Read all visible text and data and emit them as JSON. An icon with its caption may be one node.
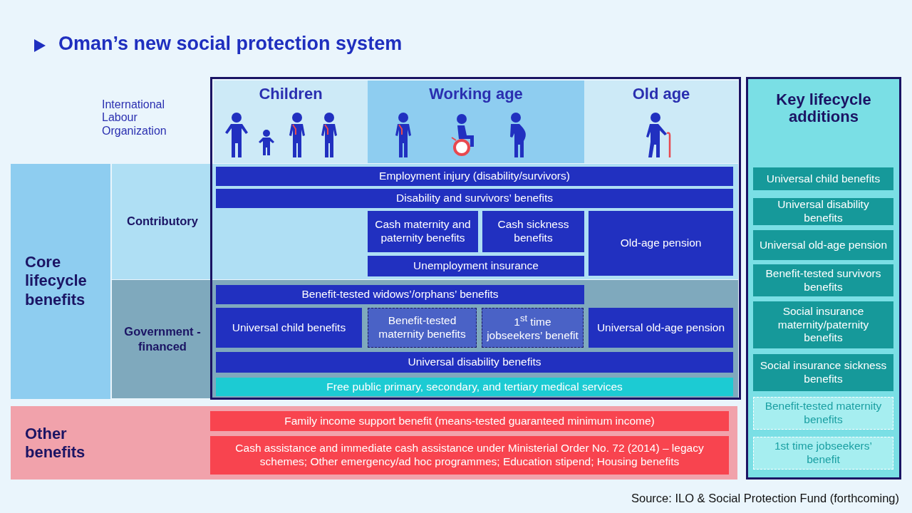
{
  "diagram": {
    "title": "Oman’s new social protection system",
    "caption": "Source: ILO & Social Protection Fund (forthcoming)",
    "labels": [
      "International Labour Organization"
    ],
    "nodes": [
      {
        "text": [
          "Children"
        ]
      },
      {
        "text": [
          "Working age"
        ]
      },
      {
        "text": [
          "Old age"
        ]
      },
      {
        "text": [
          "Core lifecycle benefits"
        ]
      },
      {
        "text": [
          "Contributory"
        ]
      },
      {
        "text": [
          "Employment injury (disability/survivors)"
        ],
        "in": 4
      },
      {
        "text": [
          "Disability and survivors’ benefits"
        ],
        "in": 4
      },
      {
        "text": [
          "Cash maternity and paternity benefits"
        ],
        "in": 4
      },
      {
        "text": [
          "Cash sickness benefits"
        ],
        "in": 4
      },
      {
        "text": [
          "Old-age pension"
        ],
        "in": 4
      },
      {
        "text": [
          "Unemployment insurance"
        ],
        "in": 4
      },
      {
        "text": [
          "Government - financed"
        ]
      },
      {
        "text": [
          "Benefit-tested widows’/orphans’ benefits"
        ],
        "in": 11
      },
      {
        "text": [
          "Universal child benefits"
        ],
        "in": 11
      },
      {
        "text": [
          "Benefit-tested maternity benefits"
        ],
        "in": 11
      },
      {
        "text": [
          "1$^{st}$ time jobseekers’ benefit"
        ],
        "in": 11
      },
      {
        "text": [
          "Universal old-age pension"
        ],
        "in": 11
      },
      {
        "text": [
          "Universal disability benefits"
        ],
        "in": 11
      },
      {
        "text": [
          "Free public primary, secondary, and tertiary medical services"
        ],
        "in": 11
      },
      {
        "text": [
          "Other benefits"
        ]
      },
      {
        "text": [
          "Family income support benefit (means-tested guaranteed minimum income)"
        ],
        "in": 19
      },
      {
        "text": [
          "Cash assistance and immediate cash assistance under Ministerial Order No. 72 (2014) – legacy schemes; Other emergency/ad hoc programmes; Education stipend; Housing benefits"
        ],
        "in": 19
      },
      {
        "text": [
          "Key lifecycle additions"
        ]
      },
      {
        "text": [
          "Universal child benefits"
        ],
        "in": 22
      },
      {
        "text": [
          "Universal disability benefits"
        ],
        "in": 22
      },
      {
        "text": [
          "Universal old-age pension"
        ],
        "in": 22
      },
      {
        "text": [
          "Benefit-tested survivors benefits"
        ],
        "in": 22
      },
      {
        "text": [
          "Social insurance maternity/paternity benefits"
        ],
        "in": 22
      },
      {
        "text": [
          "Social insurance sickness benefits"
        ],
        "in": 22
      },
      {
        "text": [
          "Benefit-tested maternity benefits"
        ],
        "in": 22
      },
      {
        "text": [
          "1st time jobseekers’ benefit"
        ],
        "in": 22
      }
    ]
  }
}
